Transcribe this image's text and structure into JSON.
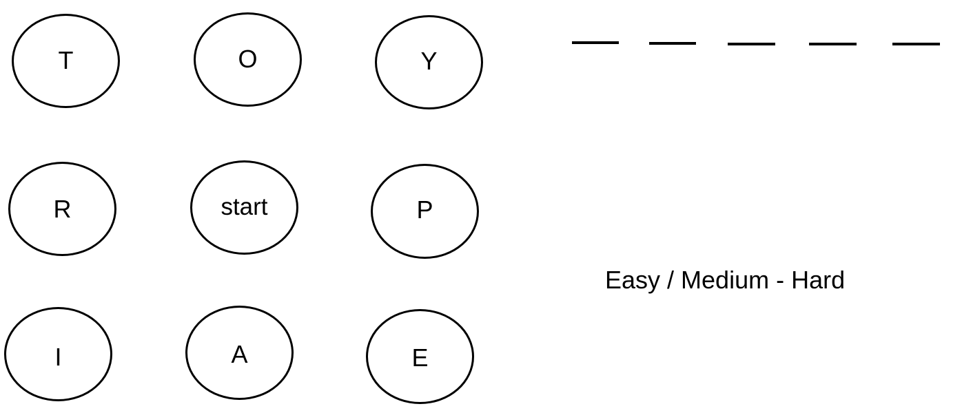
{
  "letter_grid": {
    "tiles": [
      {
        "letter": "T"
      },
      {
        "letter": "O"
      },
      {
        "letter": "Y"
      },
      {
        "letter": "R"
      },
      {
        "letter": "start"
      },
      {
        "letter": "P"
      },
      {
        "letter": "I"
      },
      {
        "letter": "A"
      },
      {
        "letter": "E"
      }
    ]
  },
  "answer": {
    "slots": [
      "",
      "",
      "",
      "",
      ""
    ]
  },
  "difficulty": {
    "label": "Easy / Medium - Hard"
  }
}
